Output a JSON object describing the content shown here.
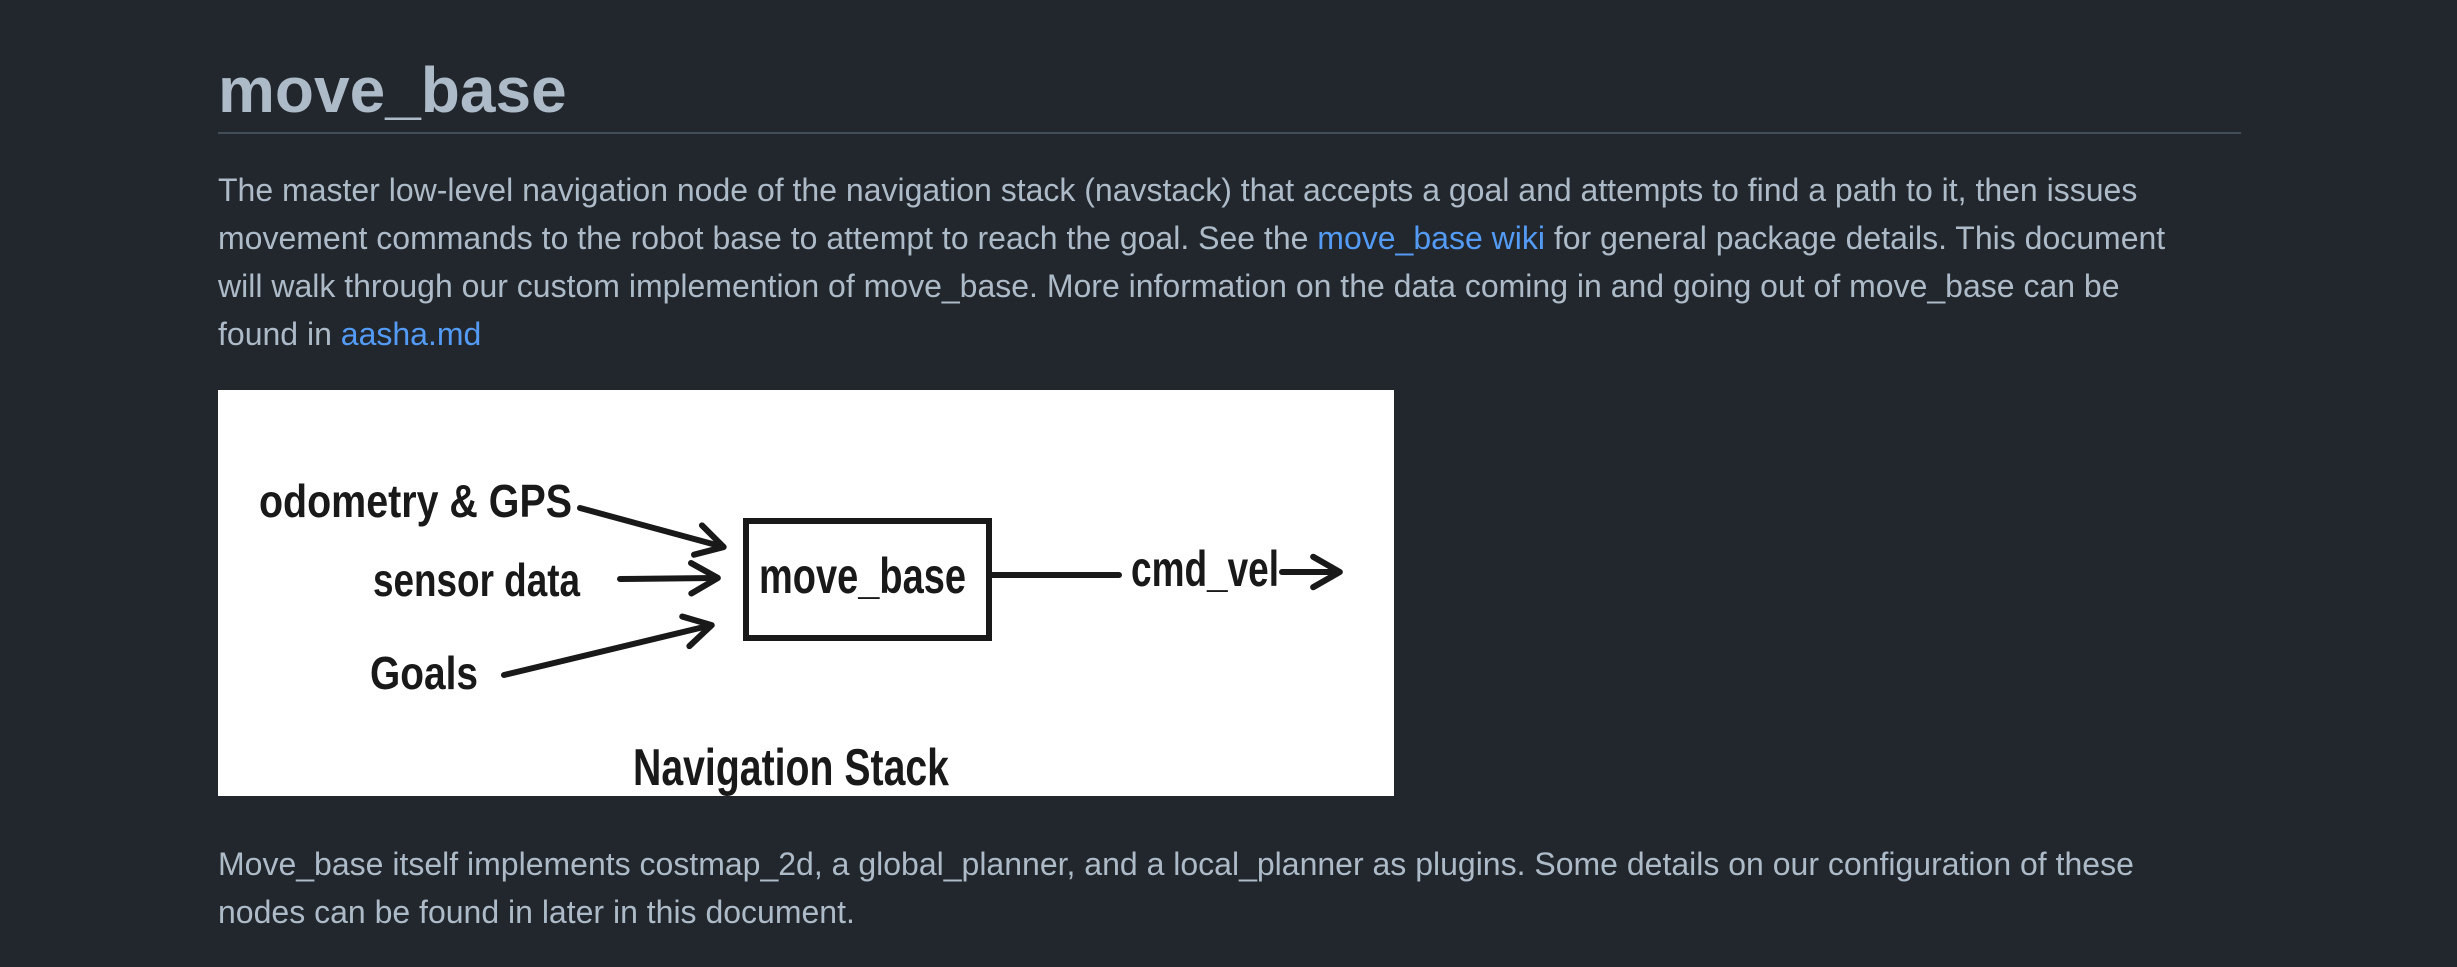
{
  "theme": {
    "background": "#22272e",
    "text": "#adbac7",
    "link": "#539bf5",
    "divider": "#444c56",
    "diagram_background": "#ffffff",
    "diagram_ink": "#191919"
  },
  "article": {
    "title": "move_base",
    "intro": {
      "line1": "The master low-level navigation node of the navigation stack (navstack) that accepts a goal and attempts to find a path to it, then issues",
      "line2_pre": "movement commands to the robot base to attempt to reach the goal. See the ",
      "line2_link": "move_base wiki",
      "line2_post": " for general package details. This document",
      "line3": "will walk through our custom implemention of move_base. More information on the data coming in and going out of move_base can be",
      "line4_pre": "found in ",
      "line4_link": "aasha.md"
    },
    "outro": {
      "line1": "Move_base itself implements costmap_2d, a global_planner, and a local_planner as plugins. Some details on our configuration of these",
      "line2": "nodes can be found in later in this document."
    }
  },
  "diagram": {
    "inputs": [
      "odometry & GPS",
      "sensor data",
      "Goals"
    ],
    "node": "move_base",
    "output": "cmd_vel",
    "caption": "Navigation Stack"
  }
}
